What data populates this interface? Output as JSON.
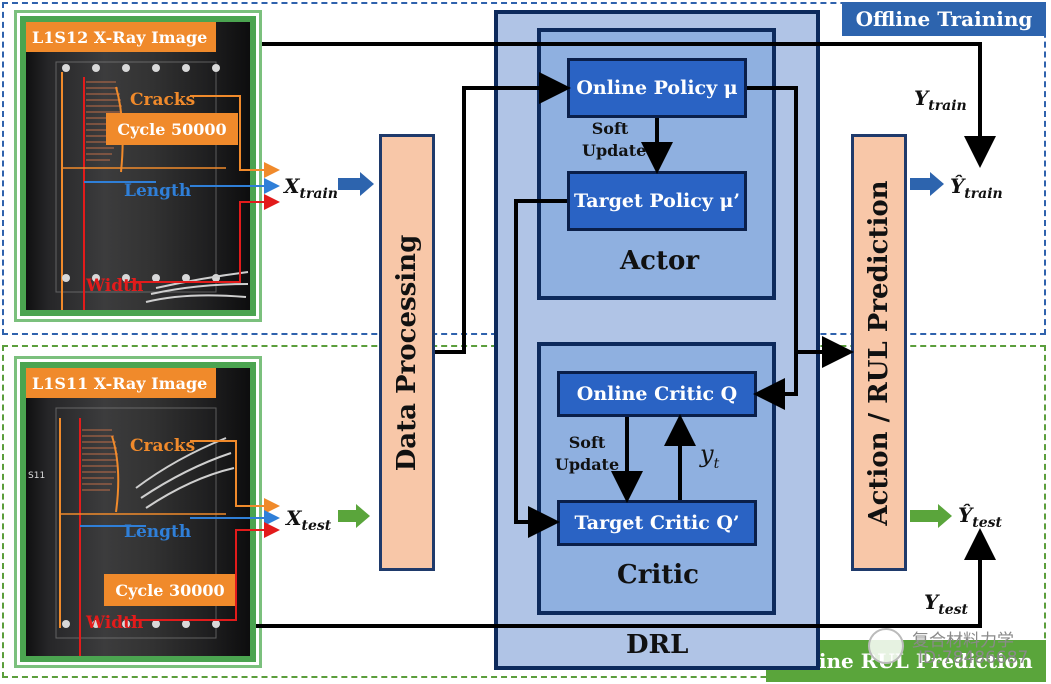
{
  "regions": {
    "offline_label": "Offline Training",
    "online_label": "Online RUL Prediction"
  },
  "train_panel": {
    "title": "L1S12 X-Ray Image",
    "cycle": "Cycle 50000",
    "cracks": "Cracks",
    "length": "Length",
    "width": "Width"
  },
  "test_panel": {
    "title": "L1S11 X-Ray Image",
    "cycle": "Cycle 30000",
    "cracks": "Cracks",
    "length": "Length",
    "width": "Width"
  },
  "inputs": {
    "x_train": "X",
    "x_train_sub": "train",
    "x_test": "X",
    "x_test_sub": "test"
  },
  "data_processing": "Data Processing",
  "drl": {
    "label": "DRL",
    "actor": {
      "label": "Actor",
      "online": "Online Policy μ",
      "target": "Target Policy μ’",
      "soft1": "Soft",
      "soft2": "Update"
    },
    "critic": {
      "label": "Critic",
      "online": "Online Critic Q",
      "target": "Target Critic Q’",
      "soft1": "Soft",
      "soft2": "Update",
      "yt": "y",
      "yt_sub": "t"
    }
  },
  "rul": "Action / RUL Prediction",
  "outputs": {
    "y_train": "Y",
    "y_train_sub": "train",
    "y_test": "Y",
    "y_test_sub": "test",
    "yhat_train": "Ŷ",
    "yhat_train_sub": "train",
    "yhat_test": "Ŷ",
    "yhat_test_sub": "test"
  },
  "watermark": {
    "line1": "复合材料力学",
    "line2": "ID:78486687"
  },
  "colors": {
    "offline": "#2d64ae",
    "online": "#5aa53b",
    "orange": "#f08a2b",
    "node": "#2a63c4"
  }
}
